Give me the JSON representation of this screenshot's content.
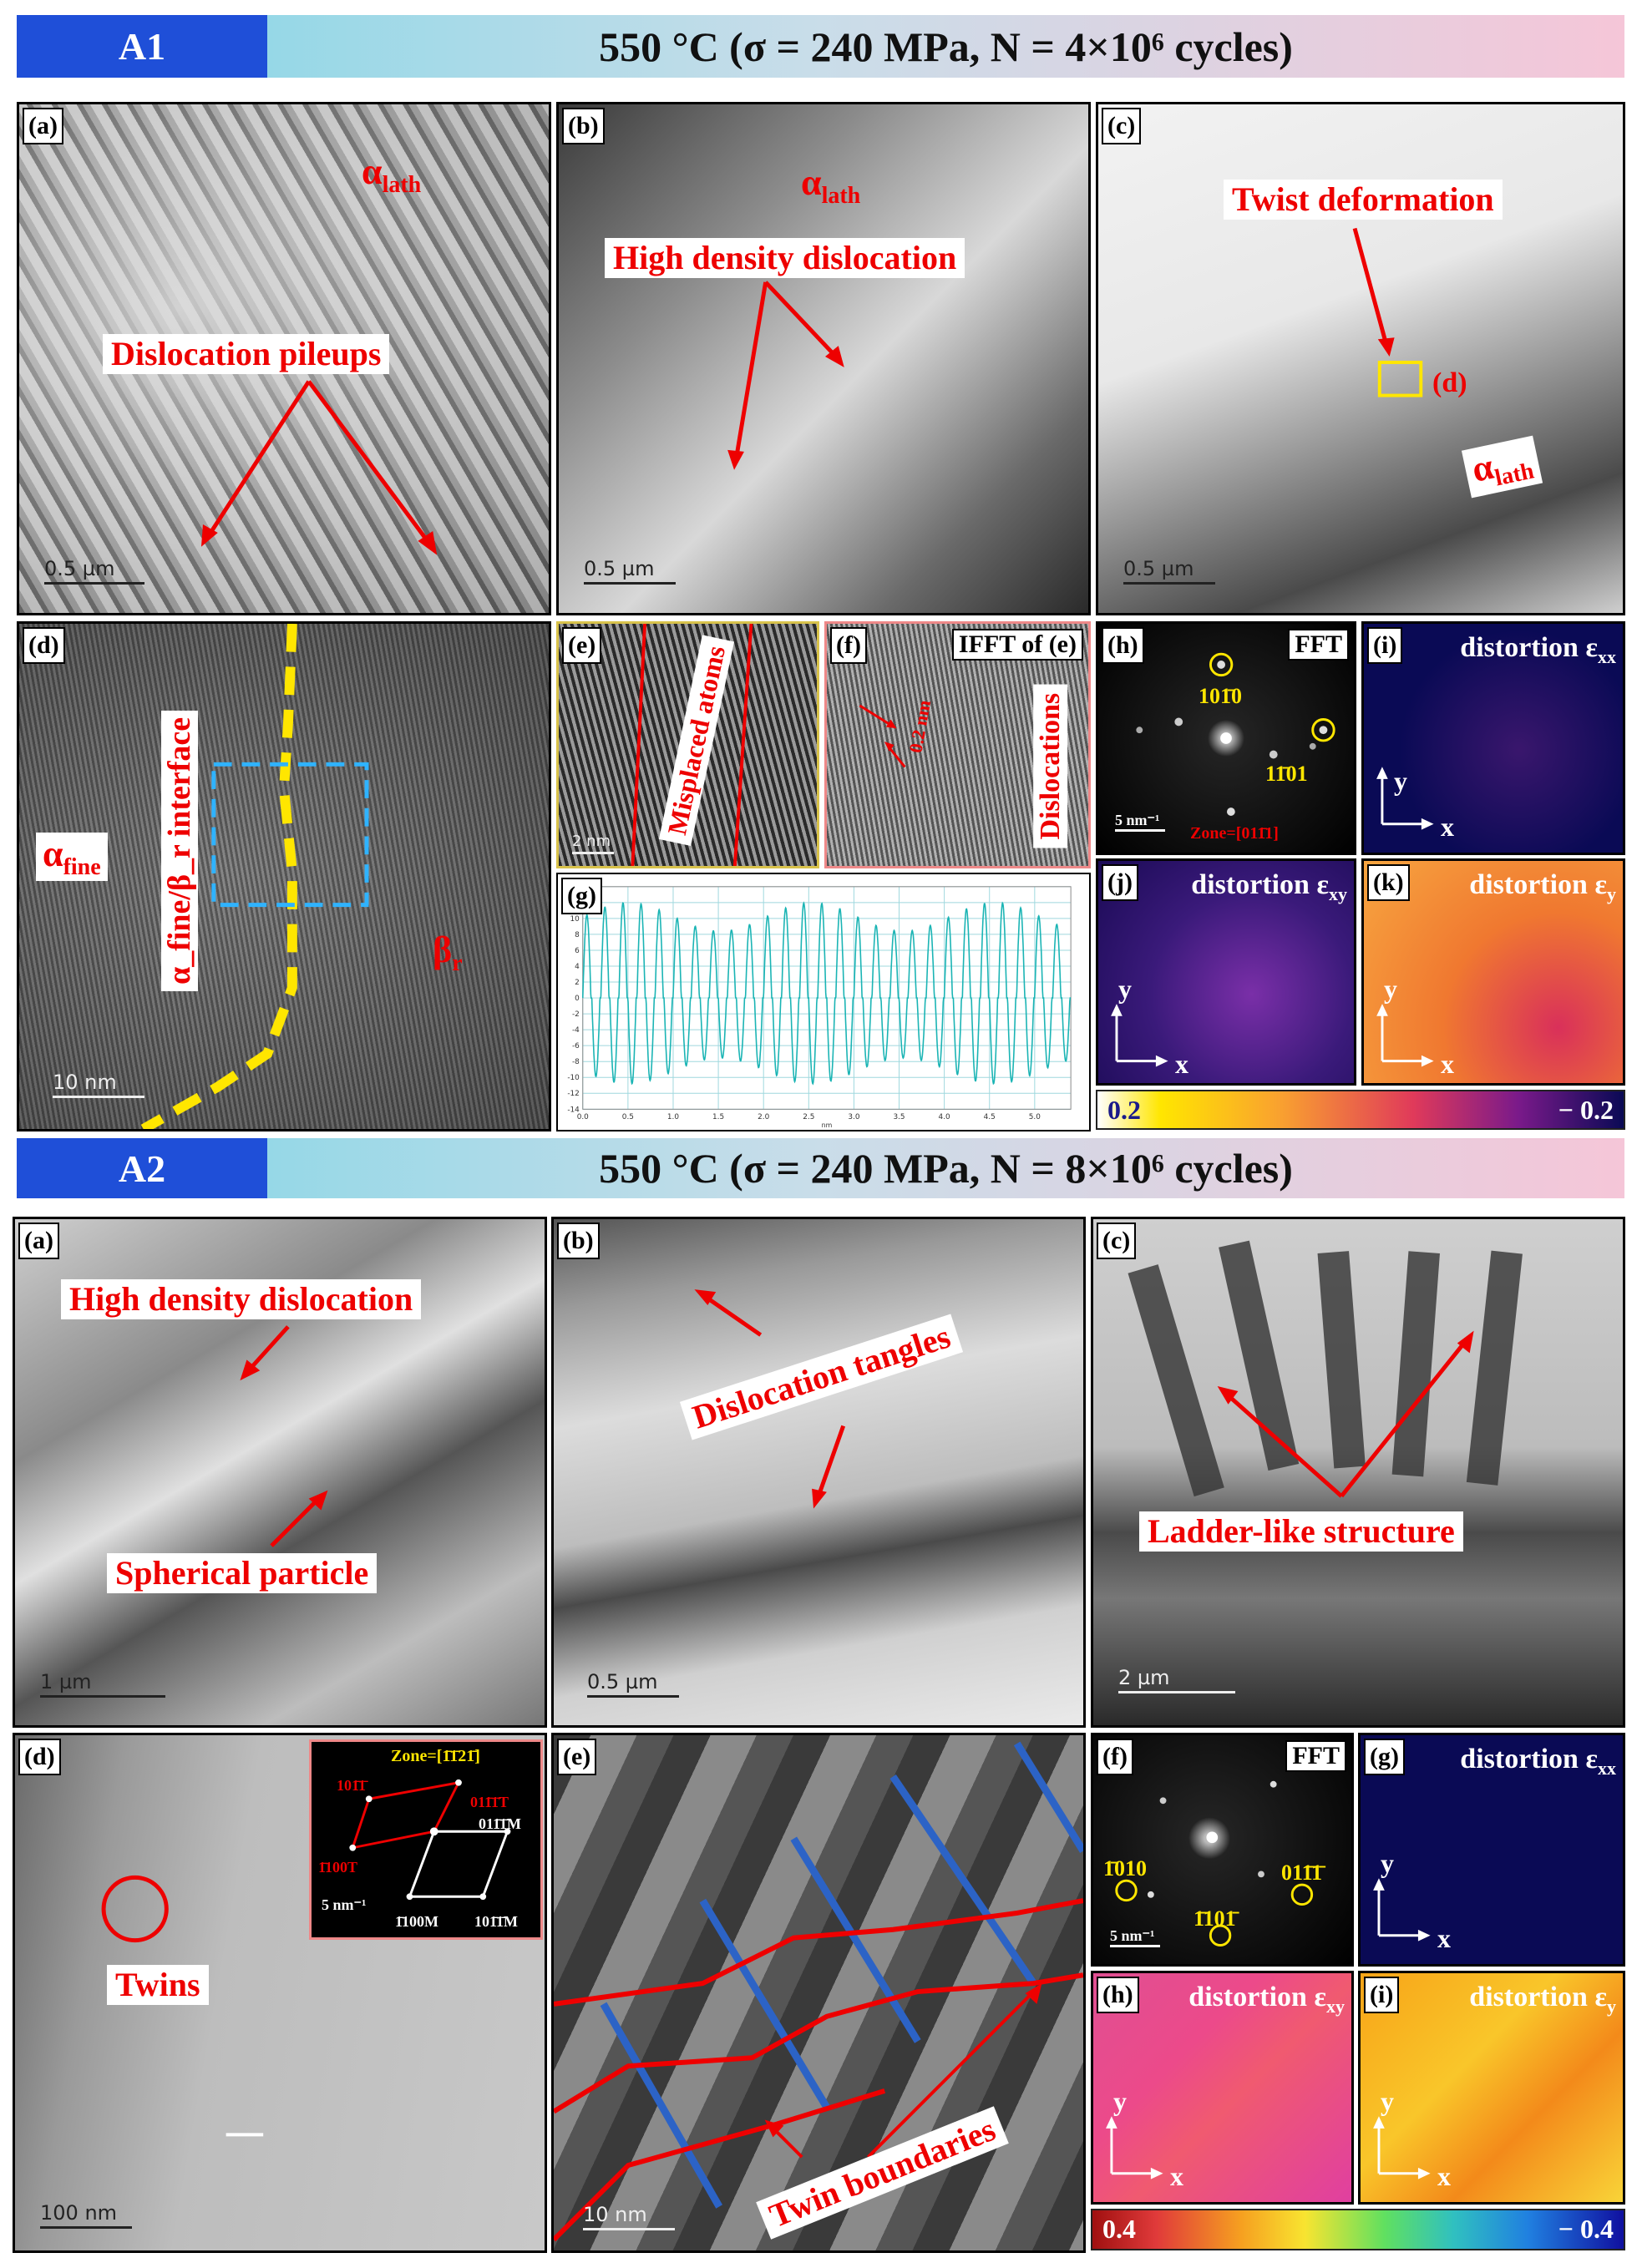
{
  "sectionA1": {
    "tag": "A1",
    "title": "550 °C (σ = 240 MPa, N = 4×10⁶ cycles)",
    "panels": {
      "a": {
        "label": "(a)",
        "phase_main": "α",
        "phase_sub": "lath",
        "annotation": "Dislocation pileups",
        "scale": "0.5 µm"
      },
      "b": {
        "label": "(b)",
        "phase_main": "α",
        "phase_sub": "lath",
        "annotation": "High density dislocation",
        "scale": "0.5 µm"
      },
      "c": {
        "label": "(c)",
        "annotation": "Twist deformation",
        "box_label": "(d)",
        "phase_main": "α",
        "phase_sub": "lath",
        "scale": "0.5 µm"
      },
      "d": {
        "label": "(d)",
        "left_main": "α",
        "left_sub": "fine",
        "interface": "α_fine/β_r interface",
        "right_main": "β",
        "right_sub": "r",
        "scale": "10 nm"
      },
      "e": {
        "label": "(e)",
        "annotation": "Misplaced atoms",
        "scale": "2 nm"
      },
      "f": {
        "label": "(f)",
        "title": "IFFT of (e)",
        "spacing": "0.2 nm",
        "annotation": "Dislocations"
      },
      "g": {
        "label": "(g)"
      },
      "h": {
        "label": "(h)",
        "title": "FFT",
        "spot1": "101̄0",
        "spot2": "11̄01",
        "scale": "5 nm⁻¹",
        "zone": "Zone=[011̄1]"
      },
      "i": {
        "label": "(i)",
        "title": "distortion ε",
        "sub": "xx"
      },
      "j": {
        "label": "(j)",
        "title": "distortion ε",
        "sub": "xy"
      },
      "k": {
        "label": "(k)",
        "title": "distortion ε",
        "sub": "y"
      },
      "axis_y": "y",
      "axis_x": "x",
      "colorbar_min": "0.2",
      "colorbar_max": "− 0.2"
    }
  },
  "sectionA2": {
    "tag": "A2",
    "title": "550 °C (σ = 240 MPa, N = 8×10⁶ cycles)",
    "panels": {
      "a": {
        "label": "(a)",
        "annotation1": "High density dislocation",
        "annotation2": "Spherical particle",
        "scale": "1 µm"
      },
      "b": {
        "label": "(b)",
        "annotation": "Dislocation tangles",
        "scale": "0.5 µm"
      },
      "c": {
        "label": "(c)",
        "annotation": "Ladder-like structure",
        "scale": "2 µm"
      },
      "d": {
        "label": "(d)",
        "annotation": "Twins",
        "scale": "100 nm",
        "inset_zone": "Zone=[1̄1̄21̄]",
        "inset_labels": [
          "101̄1̄",
          "011̄1̄T",
          "1̄100T",
          "011̄1̄M",
          "1̄100M",
          "101̄1̄M"
        ],
        "inset_scale": "5 nm⁻¹"
      },
      "e": {
        "label": "(e)",
        "annotation": "Twin boundaries",
        "scale": "10 nm"
      },
      "f": {
        "label": "(f)",
        "title": "FFT",
        "spot1": "1̄010",
        "spot2": "011̄1̄",
        "spot3": "1̄101̄",
        "scale": "5 nm⁻¹"
      },
      "g": {
        "label": "(g)",
        "title": "distortion ε",
        "sub": "xx"
      },
      "h": {
        "label": "(h)",
        "title": "distortion ε",
        "sub": "xy"
      },
      "i": {
        "label": "(i)",
        "title": "distortion ε",
        "sub": "y"
      },
      "axis_y": "y",
      "axis_x": "x",
      "colorbar_min": "0.4",
      "colorbar_max": "− 0.4"
    }
  },
  "chart_data": {
    "type": "line",
    "title": "",
    "xlabel": "nm",
    "ylabel": "",
    "xlim": [
      0,
      5.4
    ],
    "ylim": [
      -14,
      14
    ],
    "x_ticks": [
      "0.0",
      "0.5",
      "1.0",
      "1.5",
      "2.0",
      "2.5",
      "3.0",
      "3.5",
      "4.0",
      "4.5",
      "5.0"
    ],
    "y_ticks": [
      "14",
      "12",
      "10",
      "8",
      "6",
      "4",
      "2",
      "0",
      "-2",
      "-4",
      "-6",
      "-8",
      "-10",
      "-12",
      "-14"
    ],
    "period_nm": 0.2,
    "amplitude": 12,
    "grid": true
  }
}
